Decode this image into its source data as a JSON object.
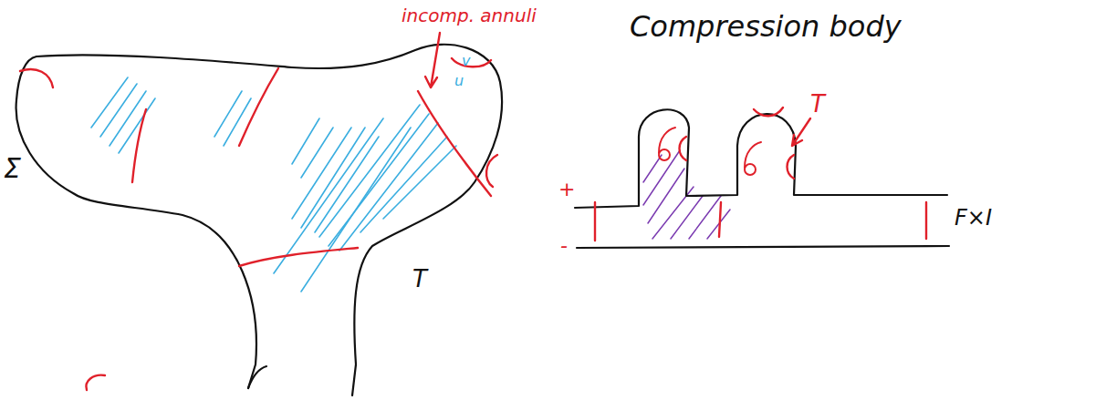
{
  "diagram": {
    "labels": [
      "incomp. annuli",
      "Σ",
      "v",
      "u",
      "T",
      "Compression body",
      "T",
      "+",
      "-",
      "F×I"
    ]
  }
}
